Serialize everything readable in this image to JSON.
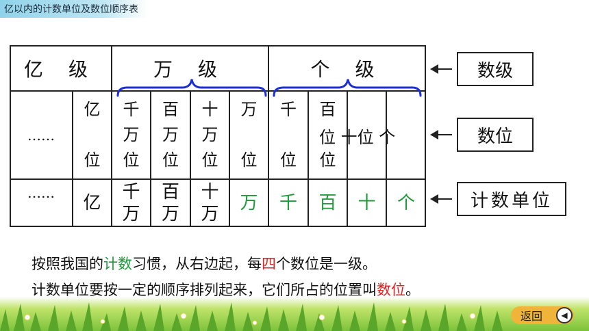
{
  "header": {
    "title": "亿以内的计数单位及数位顺序表"
  },
  "table": {
    "levels": {
      "yi": "亿 级",
      "wan": "万 级",
      "ge": "个 级"
    },
    "ellipsis_1": "……",
    "ellipsis_2": "……",
    "digits": {
      "yi": "亿\n\n位",
      "qianwan": "千\n万\n位",
      "baiwan": "百\n万\n位",
      "shiwan": "十\n万\n位",
      "wan": "万\n\n位",
      "qian": "千\n\n位",
      "bai": "百\n\n位",
      "shi_ge": "位 十位 个"
    },
    "units": {
      "yi": "亿",
      "qianwan": "千\n万",
      "baiwan": "百\n万",
      "shiwan": "十\n万",
      "wan": "万",
      "qian": "千",
      "bai": "百",
      "shi": "十",
      "ge": "个"
    }
  },
  "side_labels": {
    "shuji": "数级",
    "shuwei": "数位",
    "jishudanwei": "计数单位"
  },
  "sentences": {
    "line1_a": "按照我国的",
    "line1_b": "计数",
    "line1_c": "习惯，从右边起，每",
    "line1_d": "四",
    "line1_e": "个数位是一级。",
    "line2_a": "计数单位要按一定的顺序排列起来，它们所占的位置叫",
    "line2_b": "数位",
    "line2_c": "。"
  },
  "footer": {
    "return_label": "返回"
  },
  "colors": {
    "green": "#1e9a3a",
    "red": "#e02020",
    "brace_blue": "#1c2fd6",
    "button": "#f0b43a"
  }
}
